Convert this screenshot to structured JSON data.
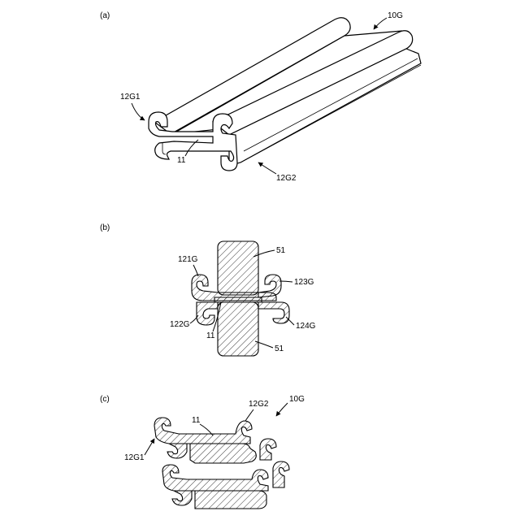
{
  "figure_a": {
    "panel_label": "(a)",
    "labels": {
      "device": "10G",
      "left_channel": "12G1",
      "right_channel": "12G2",
      "web": "11"
    }
  },
  "figure_b": {
    "panel_label": "(b)",
    "labels": {
      "block_top": "51",
      "block_bottom": "51",
      "hook_top_left": "121G",
      "hook_top_right": "123G",
      "hook_bottom_left": "122G",
      "hook_bottom_right": "124G",
      "web": "11"
    }
  },
  "figure_c": {
    "panel_label": "(c)",
    "labels": {
      "device": "10G",
      "left_channel": "12G1",
      "right_channel": "12G2",
      "web": "11"
    }
  }
}
